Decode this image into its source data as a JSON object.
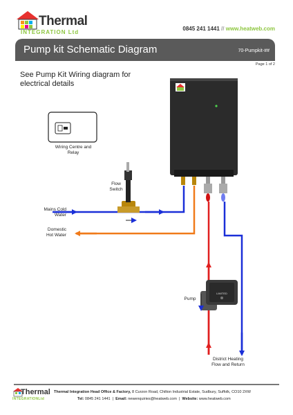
{
  "header": {
    "logo_line1": "Thermal",
    "logo_line2": "INTEGRATION Ltd",
    "phone": "0845 241 1441",
    "separator": "//",
    "website": "www.heatweb.com"
  },
  "banner": {
    "title": "Pump kit Schematic Diagram",
    "code": "70-Pumpkit-##"
  },
  "page_number": "Page 1 of 2",
  "note": "See Pump Kit Wiring diagram for electrical details",
  "labels": {
    "wiring_centre": [
      "Wiring Centre and",
      "Relay"
    ],
    "flow_switch": [
      "Flow",
      "Switch"
    ],
    "mains_cold": [
      "Mains Cold",
      "Water"
    ],
    "domestic_hot": [
      "Domestic",
      "Hot Water"
    ],
    "pump": "Pump",
    "district_heating": [
      "District Heating",
      "Flow and Return"
    ]
  },
  "footer": {
    "logo_line1": "Thermal",
    "logo_line2": "INTEGRATIONLtd",
    "address_bold": "Thermal Integration Head Office & Factory,",
    "address_rest": " 8 Curzon Road, Chilton Industrial Estate, Sudbury, Suffolk, CO10 2XW",
    "tel_label": "Tel:",
    "tel": "0845 241 1441",
    "email_label": "Email:",
    "email": "newenquiries@heatweb.com",
    "web_label": "Website:",
    "web": "www.heatweb.com"
  },
  "colors": {
    "cold": "#1a2fd8",
    "hot": "#f07a1a",
    "flow": "#e01e1e",
    "return": "#1a2fd8",
    "banner": "#5a5a5a",
    "brand_green": "#8dc63f"
  }
}
